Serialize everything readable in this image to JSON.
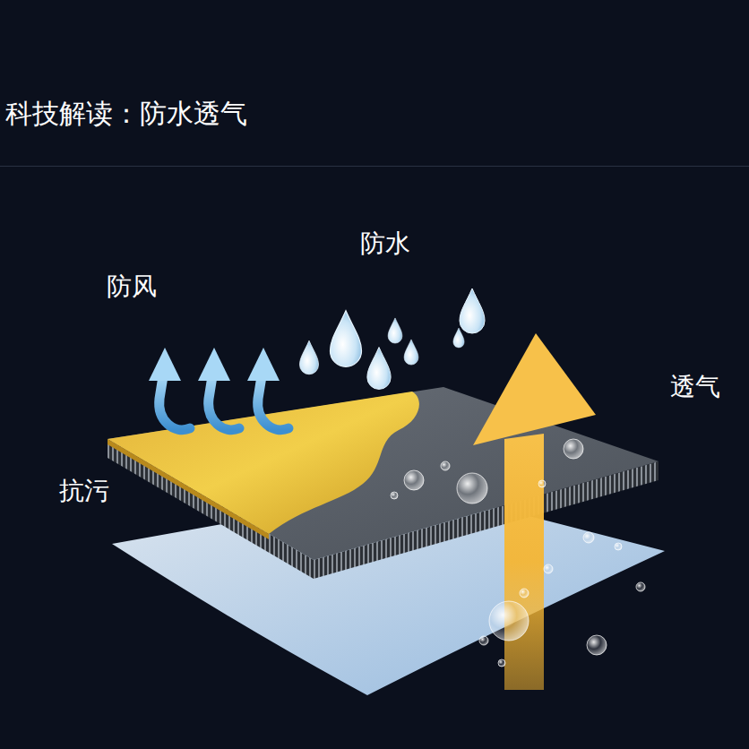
{
  "diagram": {
    "title": "科技解读：防水透气",
    "labels": [
      "防水",
      "防风",
      "透气",
      "抗污"
    ]
  }
}
